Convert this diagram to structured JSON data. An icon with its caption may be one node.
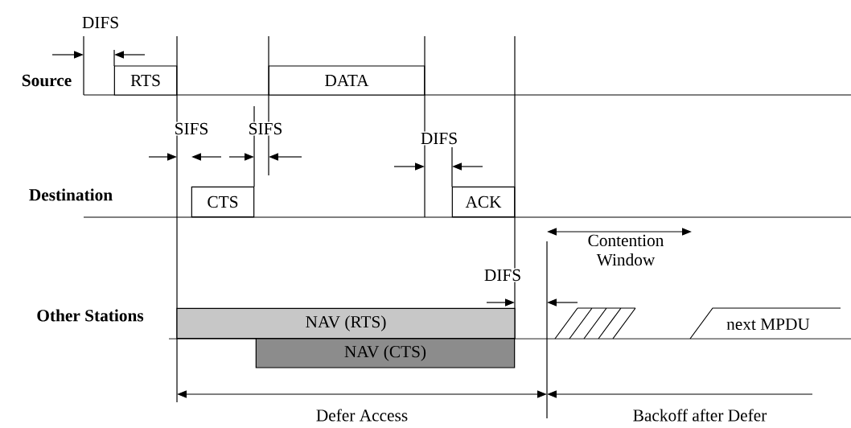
{
  "diagram": {
    "nodes": [
      {
        "text": [
          "RTS"
        ]
      },
      {
        "text": [
          "DATA"
        ]
      },
      {
        "text": [
          "CTS"
        ]
      },
      {
        "text": [
          "ACK"
        ]
      },
      {
        "text": [
          "NAV (RTS)"
        ]
      },
      {
        "text": [
          "NAV (CTS)"
        ]
      }
    ],
    "labels": [
      "DIFS",
      "Source",
      "SIFS",
      "SIFS",
      "DIFS",
      "Destination",
      "Contention Window",
      "DIFS",
      "Other Stations",
      "next MPDU",
      "Defer Access",
      "Backoff after Defer"
    ]
  }
}
